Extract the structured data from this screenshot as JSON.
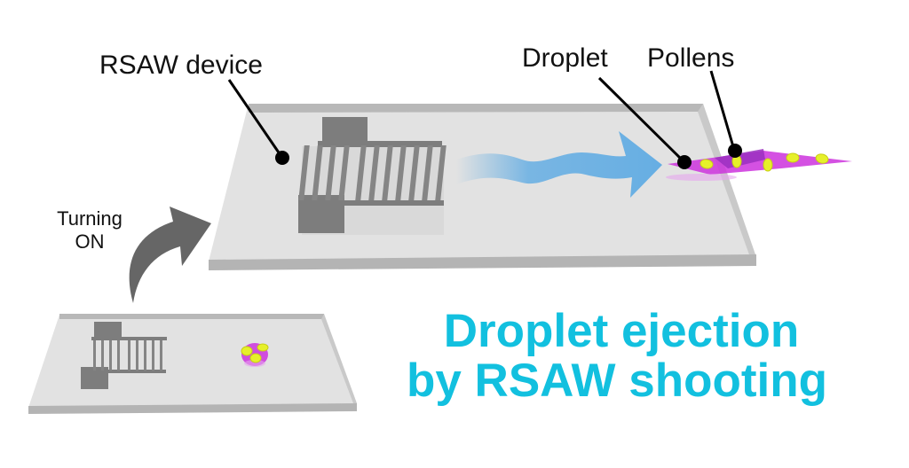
{
  "labels": {
    "device": "RSAW device",
    "droplet": "Droplet",
    "pollens": "Pollens",
    "turning_on_line1": "Turning",
    "turning_on_line2": "ON"
  },
  "title": {
    "line1": "Droplet ejection",
    "line2": "by RSAW shooting"
  },
  "colors": {
    "title": "#12c0df",
    "wave_arrow": "#66aee3",
    "plate_top": "#e2e2e2",
    "plate_edge": "#b4b4b4",
    "electrode": "#7d7d7d",
    "droplet": "#cc33dd",
    "pollen": "#e6f02a",
    "turn_arrow": "#666666"
  }
}
